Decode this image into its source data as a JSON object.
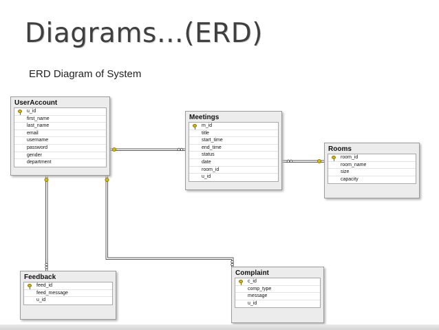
{
  "slide": {
    "title": "Diagrams…(ERD)",
    "subtitle": "ERD Diagram of System"
  },
  "entities": {
    "useraccount": {
      "name": "UserAccount",
      "fields": [
        "u_id",
        "first_name",
        "last_name",
        "email",
        "username",
        "password",
        "gender",
        "department"
      ],
      "primary_key": "u_id"
    },
    "meetings": {
      "name": "Meetings",
      "fields": [
        "m_id",
        "title",
        "start_time",
        "end_time",
        "status",
        "date",
        "room_id",
        "u_id"
      ],
      "primary_key": "m_id"
    },
    "rooms": {
      "name": "Rooms",
      "fields": [
        "room_id",
        "room_name",
        "size",
        "capacity"
      ],
      "primary_key": "room_id"
    },
    "feedback": {
      "name": "Feedback",
      "fields": [
        "feed_id",
        "feed_message",
        "u_id"
      ],
      "primary_key": "feed_id"
    },
    "complaint": {
      "name": "Complaint",
      "fields": [
        "c_id",
        "comp_type",
        "message",
        "u_id"
      ],
      "primary_key": "c_id"
    }
  },
  "relationships": [
    {
      "from": "UserAccount",
      "to": "Meetings",
      "from_end": "key-icon",
      "to_end": "infinity-icon"
    },
    {
      "from": "Rooms",
      "to": "Meetings",
      "from_end": "key-icon",
      "to_end": "infinity-icon"
    },
    {
      "from": "UserAccount",
      "to": "Feedback",
      "from_end": "key-icon",
      "to_end": "infinity-icon"
    },
    {
      "from": "UserAccount",
      "to": "Complaint",
      "from_end": "key-icon",
      "to_end": "infinity-icon"
    }
  ],
  "colors": {
    "entity_background": "#ececec",
    "entity_border": "#9a9a9a",
    "key_icon": "#d8b900",
    "title_text": "#3f3f3f"
  }
}
